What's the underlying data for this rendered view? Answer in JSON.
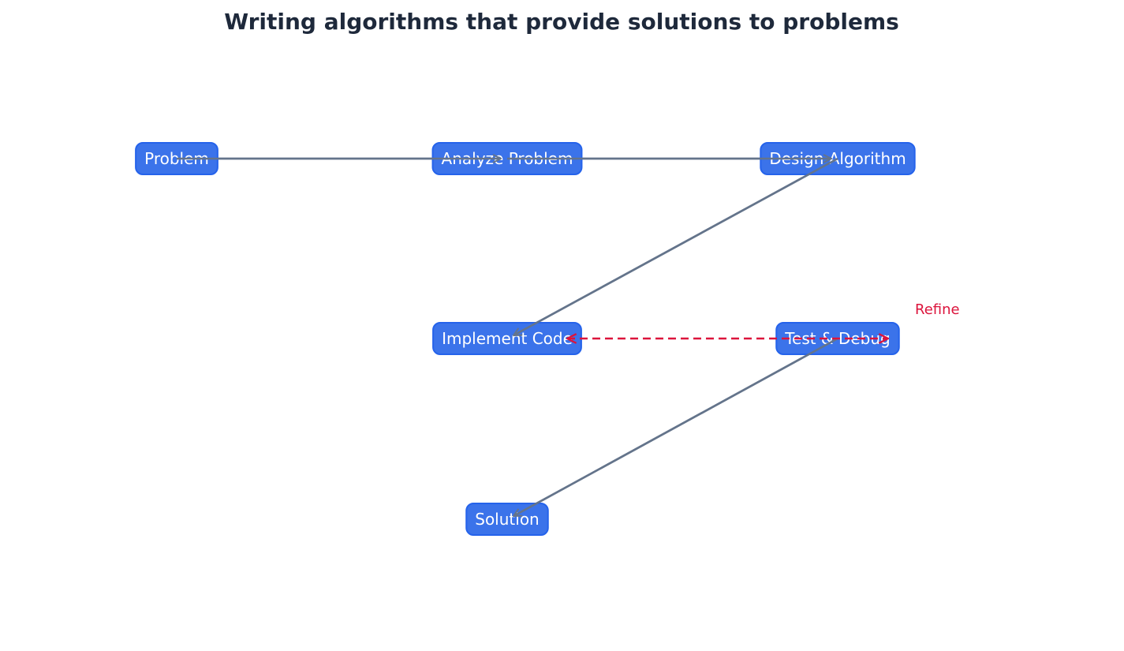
{
  "title": "Writing algorithms that provide solutions to problems",
  "colors": {
    "title": "#1e293b",
    "node_fill": "#3b73ea",
    "node_border": "#2563eb",
    "node_text": "#ffffff",
    "edge": "#64748b",
    "refine": "#dc143c"
  },
  "nodes": [
    {
      "id": "problem",
      "label": "Problem"
    },
    {
      "id": "analyze",
      "label": "Analyze Problem"
    },
    {
      "id": "design",
      "label": "Design Algorithm"
    },
    {
      "id": "implement",
      "label": "Implement Code"
    },
    {
      "id": "test",
      "label": "Test & Debug"
    },
    {
      "id": "solution",
      "label": "Solution"
    }
  ],
  "edges": [
    {
      "from": "problem",
      "to": "analyze",
      "style": "solid"
    },
    {
      "from": "analyze",
      "to": "design",
      "style": "solid"
    },
    {
      "from": "design",
      "to": "implement",
      "style": "solid"
    },
    {
      "from": "implement",
      "to": "test",
      "style": "dashed-bidirectional",
      "label": "Refine"
    },
    {
      "from": "test",
      "to": "solution",
      "style": "solid"
    }
  ]
}
